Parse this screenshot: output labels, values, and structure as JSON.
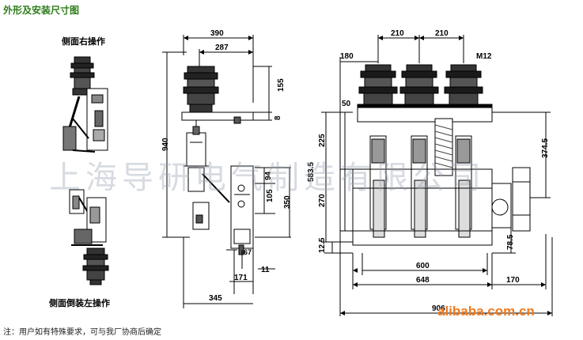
{
  "page": {
    "title": "外形及安装尺寸图",
    "note": "注：用户如有特殊要求，可与我厂协商后确定"
  },
  "views": {
    "right_op_label": "侧面右操作",
    "left_op_label": "侧面倒装左操作"
  },
  "dimensions": {
    "side_top_total": "390",
    "side_top_inner": "287",
    "side_insulator_height": "155",
    "side_gap": "8",
    "side_total_height": "940",
    "side_94": "94",
    "side_105": "105",
    "side_350": "350",
    "side_67": "67",
    "side_11": "11",
    "side_171": "171",
    "side_345": "345",
    "front_pitch_1": "210",
    "front_pitch_2": "210",
    "front_180": "180",
    "front_bolt": "M12",
    "front_50": "50",
    "front_225": "225",
    "front_270": "270",
    "front_583": "583.5",
    "front_12": "12.5",
    "front_374": "374.5",
    "front_78": "78.5",
    "front_600": "600",
    "front_648": "648",
    "front_170": "170",
    "front_906": "906"
  },
  "watermark": {
    "text": "上海导研电气制造有限公司",
    "url": "alibaba.com.cn"
  },
  "colors": {
    "title": "#2e7d1a",
    "line": "#000000",
    "watermark_url": "#f07a1e"
  }
}
